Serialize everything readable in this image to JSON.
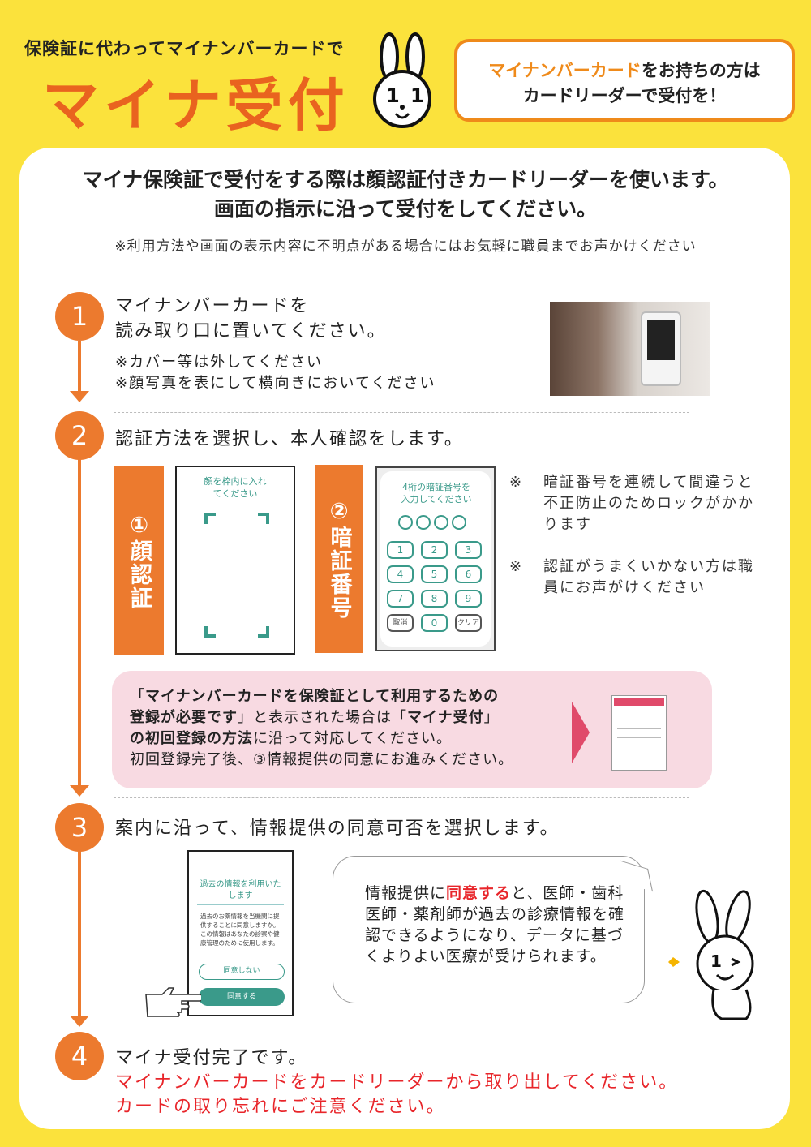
{
  "header": {
    "subtitle": "保険証に代わってマイナンバーカードで",
    "title": "マイナ受付",
    "bubble_highlight": "マイナンバーカード",
    "bubble_line1_rest": "をお持ちの方は",
    "bubble_line2": "カードリーダーで受付を！"
  },
  "intro": {
    "headline1": "マイナ保険証で受付をする際は顔認証付きカードリーダーを使います。",
    "headline2": "画面の指示に沿って受付をしてください。",
    "note": "※利用方法や画面の表示内容に不明点がある場合にはお気軽に職員までお声かけください"
  },
  "steps": [
    {
      "number": "1",
      "line1": "マイナンバーカードを",
      "line2": "読み取り口に置いてください。",
      "note1": "※カバー等は外してください",
      "note2": "※顔写真を表にして横向きにおいてください"
    },
    {
      "number": "2",
      "text": "認証方法を選択し、本人確認をします。",
      "option1": "①顔認証",
      "option2": "②暗証番号",
      "face_screen": {
        "prompt": "顔を枠内に入れてください"
      },
      "pin_screen": {
        "prompt": "4桁の暗証番号を入力してください",
        "keys": [
          "1",
          "2",
          "3",
          "4",
          "5",
          "6",
          "7",
          "8",
          "9",
          "取消",
          "0",
          "クリア"
        ]
      },
      "notes": [
        {
          "mark": "※",
          "text": "暗証番号を連続して間違うと不正防止のためロックがかかります"
        },
        {
          "mark": "※",
          "text": "認証がうまくいかない方は職員にお声がけください"
        }
      ],
      "callout": {
        "l1": "「マイナンバーカードを保険証として利用するための",
        "l2a": "登録が必要です",
        "l2b": "」と表示された場合は「",
        "l2c": "マイナ受付",
        "l2d": "」",
        "l3a": "の初回登録の方法",
        "l3b": "に沿って対応してください。",
        "l4": "初回登録完了後、③情報提供の同意にお進みください。"
      }
    },
    {
      "number": "3",
      "text": "案内に沿って、情報提供の同意可否を選択します。",
      "consent_screen": {
        "title": "過去の情報を利用いたします",
        "body": "過去のお薬情報を当機関に提供することに同意しますか。この情報はあなたの診察や健康管理のために使用します。",
        "disagree": "同意しない",
        "agree": "同意する"
      },
      "speech": {
        "pre": "情報提供に",
        "highlight": "同意する",
        "post": "と、医師・歯科医師・薬剤師が過去の診療情報を確認できるようになり、データに基づくよりよい医療が受けられます。"
      }
    },
    {
      "number": "4",
      "text": "マイナ受付完了です。",
      "red1": "マイナンバーカードをカードリーダーから取り出してください。",
      "red2": "カードの取り忘れにご注意ください。"
    }
  ],
  "colors": {
    "background": "#fbe23c",
    "orange": "#ec7a2e",
    "title": "#e9631f",
    "teal": "#3a9a8a",
    "red": "#e8252a",
    "pink": "#f8dae2"
  }
}
